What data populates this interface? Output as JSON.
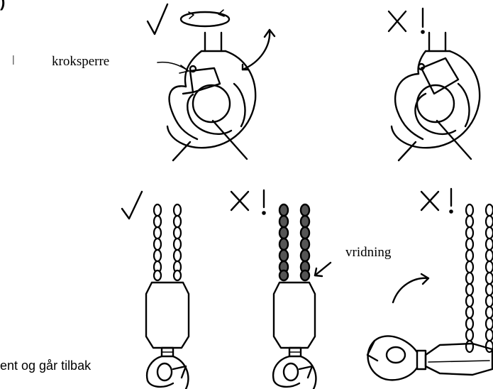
{
  "labels": {
    "top_left_fragment": ")",
    "small_marker": "|",
    "hook_latch": "kroksperre",
    "twisting": "vridning",
    "bottom_left_fragment": "ent og går tilbak"
  },
  "marks": {
    "ok": "√",
    "wrong": "X!"
  },
  "icons": [
    "check-mark-icon",
    "cross-mark-icon",
    "rotation-arrow-icon",
    "hook-icon",
    "chain-icon",
    "hoist-block-icon"
  ]
}
